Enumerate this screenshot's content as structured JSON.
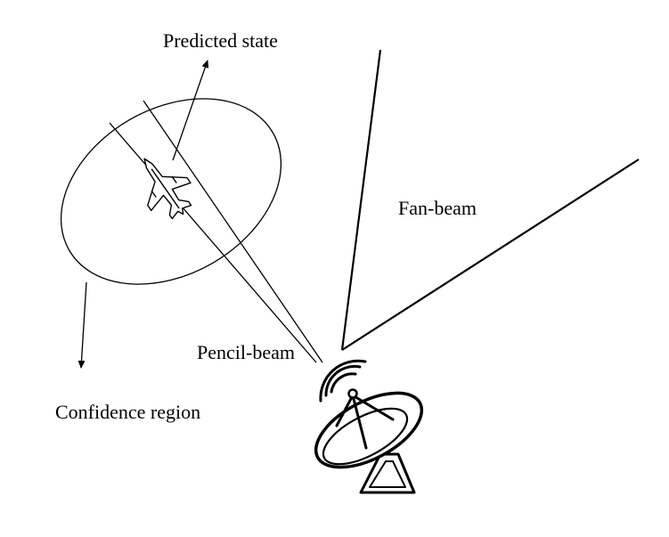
{
  "labels": {
    "predicted_state": "Predicted state",
    "fan_beam": "Fan-beam",
    "pencil_beam": "Pencil-beam",
    "confidence_region": "Confidence region"
  },
  "colors": {
    "stroke": "#000000",
    "background": "#ffffff"
  },
  "icons": [
    "fighter-jet-icon",
    "radar-dish-icon",
    "signal-waves-icon"
  ]
}
